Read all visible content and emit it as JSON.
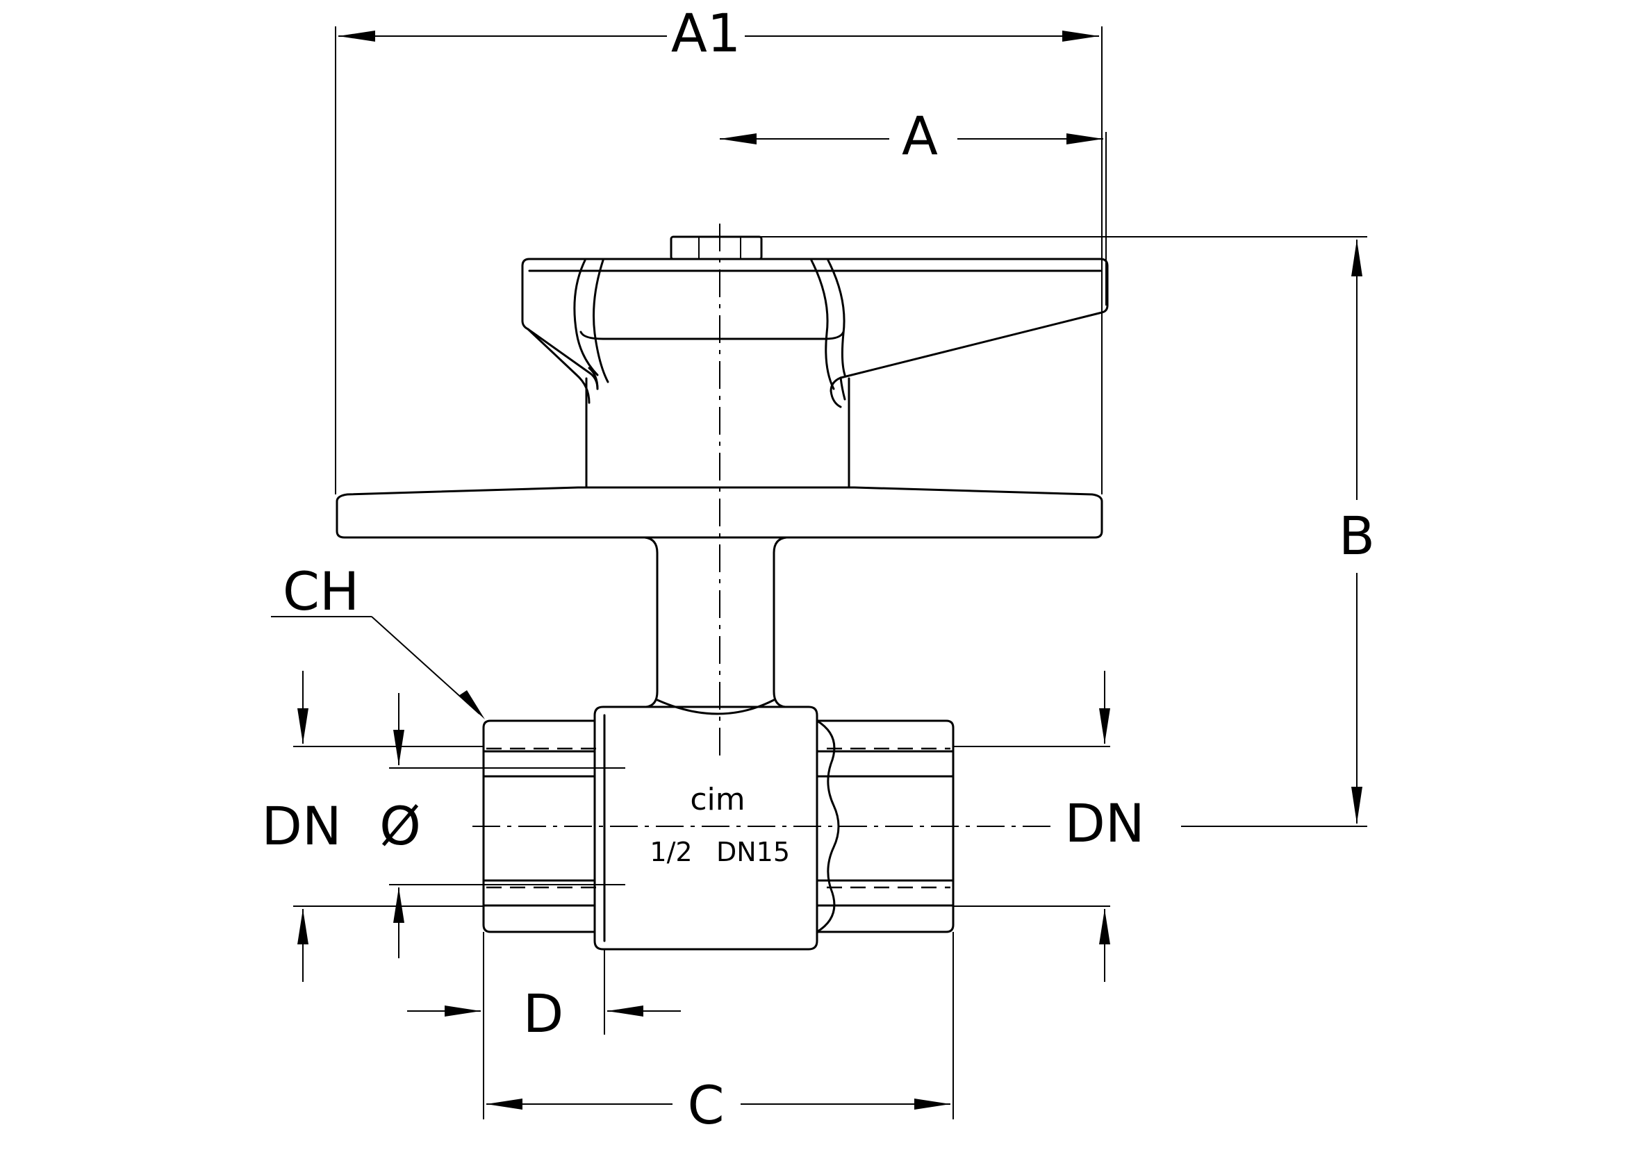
{
  "drawing": {
    "dimensions": {
      "a1": "A1",
      "a": "A",
      "b": "B",
      "c": "C",
      "d": "D",
      "ch": "CH",
      "dn_left": "DN",
      "diameter": "Ø",
      "dn_right": "DN"
    },
    "body_marking": {
      "brand": "cim",
      "size": "1/2",
      "nominal": "DN15"
    }
  }
}
